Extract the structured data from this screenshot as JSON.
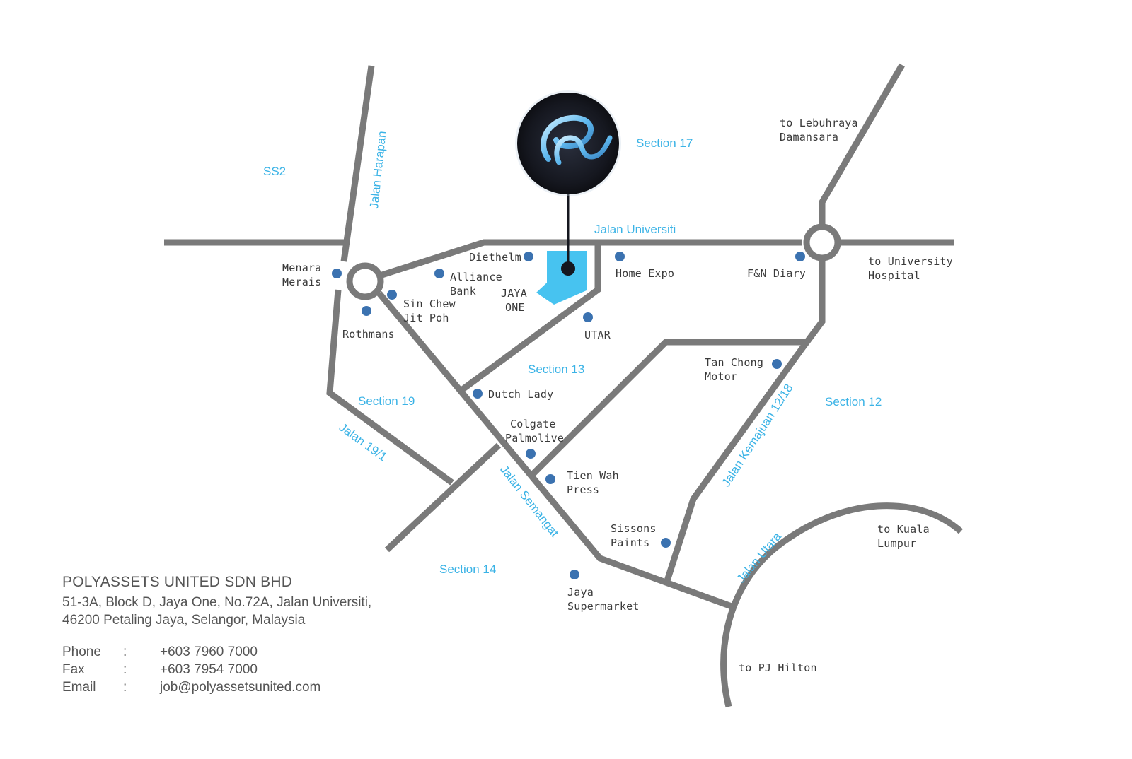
{
  "map": {
    "areas": {
      "ss2": "SS2",
      "section17": "Section 17",
      "section13": "Section 13",
      "section19": "Section 19",
      "section12": "Section 12",
      "section14": "Section 14"
    },
    "streets": {
      "jalan_harapan": "Jalan Harapan",
      "jalan_universiti": "Jalan Universiti",
      "jalan_19_1": "Jalan 19/1",
      "jalan_semangat": "Jalan Semangat",
      "jalan_kemajuan": "Jalan Kemajuan 12/18",
      "jalan_utara": "Jalan Utara"
    },
    "places": {
      "menara_merais": [
        "Menara",
        "Merais"
      ],
      "diethelm": "Diethelm",
      "alliance_bank": [
        "Alliance",
        "Bank"
      ],
      "sin_chew": [
        "Sin Chew",
        "Jit Poh"
      ],
      "rothmans": "Rothmans",
      "jaya_one": [
        "JAYA",
        "ONE"
      ],
      "home_expo": "Home Expo",
      "utar": "UTAR",
      "fn_diary": "F&N Diary",
      "tan_chong": [
        "Tan Chong",
        "Motor"
      ],
      "dutch_lady": "Dutch Lady",
      "colgate": [
        "Colgate",
        "Palmolive"
      ],
      "tien_wah": [
        "Tien Wah",
        "Press"
      ],
      "sissons": [
        "Sissons",
        "Paints"
      ],
      "jaya_supermarket": [
        "Jaya",
        "Supermarket"
      ]
    },
    "directions": {
      "lebuhraya": [
        "to Lebuhraya",
        "Damansara"
      ],
      "university_hospital": [
        "to University",
        "Hospital"
      ],
      "kuala_lumpur": [
        "to Kuala",
        "Lumpur"
      ],
      "pj_hilton": "to PJ Hilton"
    },
    "colors": {
      "road": "#7a7a7a",
      "accent": "#3bb3e6",
      "dot": "#3b72b0",
      "logo_bg": "#15171f"
    },
    "logo_icon": "polyassets-logo-icon",
    "building_icon": "jaya-one-building-icon"
  },
  "company": {
    "name": "POLYASSETS UNITED SDN BHD",
    "address_line1": "51-3A, Block D, Jaya One, No.72A, Jalan Universiti,",
    "address_line2": "46200 Petaling Jaya, Selangor, Malaysia",
    "contacts": [
      {
        "label": "Phone",
        "sep": ":",
        "value": "+603 7960 7000"
      },
      {
        "label": "Fax",
        "sep": ":",
        "value": "+603 7954 7000"
      },
      {
        "label": "Email",
        "sep": ":",
        "value": "job@polyassetsunited.com"
      }
    ]
  }
}
